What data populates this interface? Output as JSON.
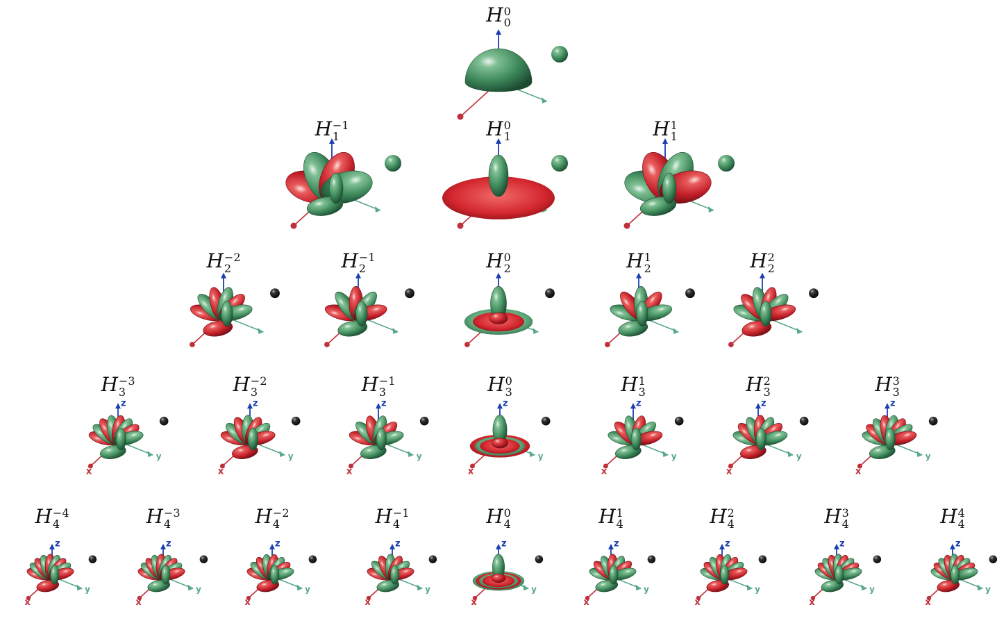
{
  "figure": {
    "rows": [
      {
        "degree": "0",
        "items": [
          {
            "sup": "0",
            "sub": "0"
          }
        ]
      },
      {
        "degree": "1",
        "items": [
          {
            "sup": "−1",
            "sub": "1"
          },
          {
            "sup": "0",
            "sub": "1"
          },
          {
            "sup": "1",
            "sub": "1"
          }
        ]
      },
      {
        "degree": "2",
        "items": [
          {
            "sup": "−2",
            "sub": "2"
          },
          {
            "sup": "−1",
            "sub": "2"
          },
          {
            "sup": "0",
            "sub": "2"
          },
          {
            "sup": "1",
            "sub": "2"
          },
          {
            "sup": "2",
            "sub": "2"
          }
        ]
      },
      {
        "degree": "3",
        "items": [
          {
            "sup": "−3",
            "sub": "3"
          },
          {
            "sup": "−2",
            "sub": "3"
          },
          {
            "sup": "−1",
            "sub": "3"
          },
          {
            "sup": "0",
            "sub": "3"
          },
          {
            "sup": "1",
            "sub": "3"
          },
          {
            "sup": "2",
            "sub": "3"
          },
          {
            "sup": "3",
            "sub": "3"
          }
        ]
      },
      {
        "degree": "4",
        "items": [
          {
            "sup": "−4",
            "sub": "4"
          },
          {
            "sup": "−3",
            "sub": "4"
          },
          {
            "sup": "−2",
            "sub": "4"
          },
          {
            "sup": "−1",
            "sub": "4"
          },
          {
            "sup": "0",
            "sub": "4"
          },
          {
            "sup": "1",
            "sub": "4"
          },
          {
            "sup": "2",
            "sub": "4"
          },
          {
            "sup": "3",
            "sub": "4"
          },
          {
            "sup": "4",
            "sub": "4"
          }
        ]
      }
    ],
    "label_base": "H",
    "axis_labels": {
      "x": "x",
      "y": "y",
      "z": "z"
    },
    "colors": {
      "positive": "#3f8a5c",
      "negative": "#c4202a",
      "z_axis": "#1c3fb0",
      "x_axis": "#c0303a",
      "y_axis": "#5aa88a",
      "marker": "#111111"
    }
  }
}
